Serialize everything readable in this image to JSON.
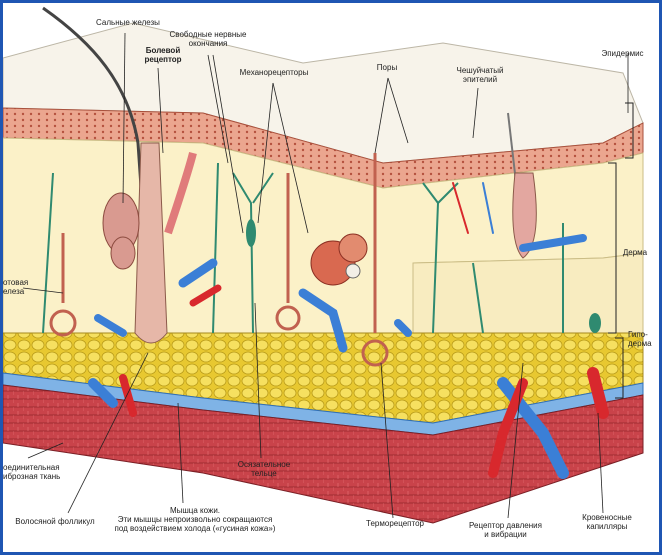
{
  "labels": {
    "sebaceous": "Сальные железы",
    "pain": "Болевой\nрецептор",
    "free_nerves": "Свободные нервные\nокончания",
    "mechano": "Механорецепторы",
    "pores": "Поры",
    "squamous": "Чешуйчатый\nэпителий",
    "epidermis": "Эпидермис",
    "sweat": "отовая\nелеза",
    "dermis": "Дерма",
    "hypodermis": "Гипо-\nдерма",
    "connective": "оединительная\nиброзная ткань",
    "follicle": "Волосяной фолликул",
    "muscle": "Мышца кожи.\nЭти мышцы непроизвольно сокращаются\nпод воздействием холода («гусиная кожа»)",
    "tactile": "Осязательное\nтельце",
    "thermo": "Терморецептор",
    "pressure": "Рецептор давления\nи вибрации",
    "capillaries": "Кровеносные\nкапилляры"
  },
  "colors": {
    "frame": "#1f56b3",
    "epidermis": "#e9a08a",
    "dermis": "#fbf1c8",
    "fat": "#f2d640",
    "muscle": "#c9434a",
    "vein": "#3b7fd6",
    "artery": "#d8282d",
    "nerve": "#2f8a70"
  }
}
